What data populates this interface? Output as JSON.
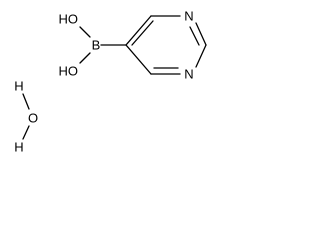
{
  "molecule": {
    "pyrimidine": {
      "n_top": "N",
      "n_bottom": "N"
    },
    "boronic_acid": {
      "boron": "B",
      "oh_top": "HO",
      "oh_bottom": "HO"
    },
    "water": {
      "h_top": "H",
      "oxygen": "O",
      "h_bottom": "H"
    }
  },
  "colors": {
    "bond": "#000000",
    "label": "#000000",
    "background": "#ffffff"
  }
}
